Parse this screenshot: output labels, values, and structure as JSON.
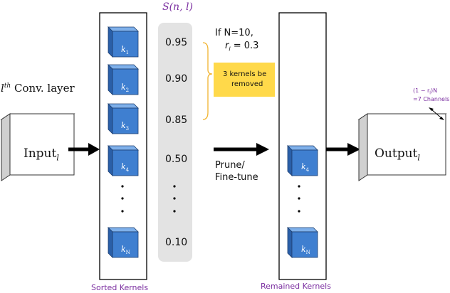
{
  "layer_label": {
    "base": "l",
    "sup": "th",
    "rest": " Conv. layer"
  },
  "input_box": {
    "base": "Input",
    "sub": "l"
  },
  "output_box": {
    "base": "Output",
    "sub": "l"
  },
  "score_header": "S(n, l)",
  "scores": [
    "0.95",
    "0.90",
    "0.85",
    "0.50",
    "0.10"
  ],
  "kernels_sorted": [
    "k",
    "k",
    "k",
    "k",
    "k"
  ],
  "kernel_subs_sorted": [
    "1",
    "2",
    "3",
    "4",
    "N"
  ],
  "kernels_remained": [
    "k",
    "k"
  ],
  "kernel_subs_remained": [
    "4",
    "N"
  ],
  "condition": {
    "line1": "If N=10,",
    "line2_base": "r",
    "line2_sub": "l",
    "line2_rest": " = 0.3"
  },
  "removal_note": {
    "line1": "3 kernels be",
    "line2": "removed"
  },
  "prune_label": {
    "line1": "Prune/",
    "line2": "Fine-tune"
  },
  "channels_note": {
    "line1": "(1 − r",
    "line1_sub": "l",
    "line1_end": ")N",
    "line2": "=7 Channels"
  },
  "captions": {
    "sorted": "Sorted Kernels",
    "remained": "Remained Kernels"
  },
  "colors": {
    "kernel_front": "#3f7fd0",
    "kernel_top": "#7fb0ea",
    "kernel_side": "#2a5fa8",
    "highlight": "#ffd94a",
    "bracket": "#f2b430",
    "score_column": "#e3e3e3",
    "caption": "#7b2fa0"
  }
}
